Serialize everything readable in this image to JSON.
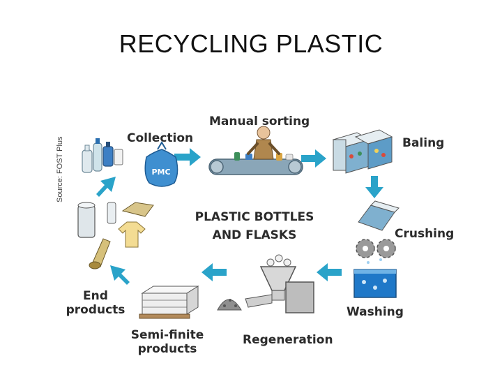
{
  "title": "RECYCLING PLASTIC",
  "source": "Source: FOST Plus",
  "center_title_line1": "PLASTIC BOTTLES",
  "center_title_line2": "AND FLASKS",
  "bag_label": "PMC",
  "steps": {
    "collection": "Collection",
    "manual_sorting": "Manual sorting",
    "baling": "Baling",
    "crushing": "Crushing",
    "washing": "Washing",
    "regeneration": "Regeneration",
    "semi_finite_line1": "Semi-finite",
    "semi_finite_line2": "products",
    "end_products_line1": "End",
    "end_products_line2": "products"
  },
  "colors": {
    "arrow": "#2aa3c9",
    "water": "#1f78c8",
    "conveyor": "#8aa6b8",
    "gear": "#9a9a9a",
    "label": "#2b2b2b"
  }
}
